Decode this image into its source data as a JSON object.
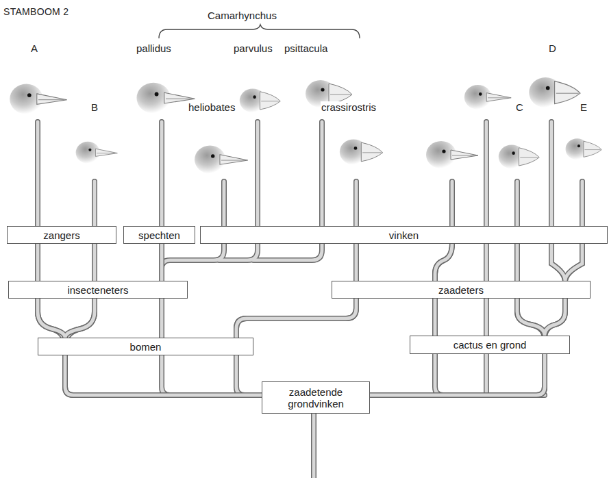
{
  "diagram": {
    "title": "STAMBOOM 2",
    "nodes": [
      {
        "text": [
          "zangers"
        ]
      },
      {
        "text": [
          "spechten"
        ]
      },
      {
        "text": [
          "vinken"
        ]
      },
      {
        "text": [
          "insecteneters"
        ]
      },
      {
        "text": [
          "zaadeters"
        ]
      },
      {
        "text": [
          "bomen"
        ]
      },
      {
        "text": [
          "cactus en grond"
        ]
      },
      {
        "text": [
          "zaadetende grondvinken"
        ]
      }
    ],
    "edges": [
      {
        "from": 7,
        "to": 5,
        "arrow": "none"
      },
      {
        "from": 5,
        "to": 3,
        "arrow": "none"
      },
      {
        "from": 3,
        "to": 0,
        "arrow": "none"
      },
      {
        "from": 5,
        "to": 1,
        "arrow": "none"
      },
      {
        "from": 5,
        "to": 2,
        "arrow": "none"
      },
      {
        "from": 7,
        "to": 6,
        "arrow": "none"
      },
      {
        "from": 6,
        "to": 4,
        "arrow": "none"
      },
      {
        "from": 4,
        "to": 2,
        "arrow": "none"
      }
    ],
    "labels": [
      "Camarhynchus",
      "A",
      "pallidus",
      "parvulus",
      "psittacula",
      "D",
      "B",
      "heliobates",
      "crassirostris",
      "C",
      "E"
    ]
  }
}
